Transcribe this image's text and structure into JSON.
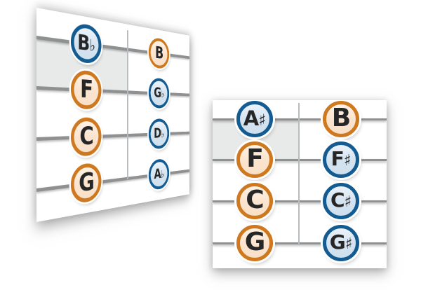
{
  "figure": {
    "description": "Two note cards comparing enharmonic spellings on four strings",
    "palette": {
      "sharp_or_flat_note_ring": "#135b90",
      "sharp_or_flat_note_fill": "#d4e3f0",
      "natural_note_ring": "#ce7820",
      "natural_note_fill": "#fbe4cf",
      "string_line": "#8f9092",
      "fret_line": "#b8bbbd",
      "highlight_region": "#e8e9e9",
      "card_background": "#ffffff",
      "note_text": "#262626"
    }
  },
  "cards": [
    {
      "name": "flat-spelling-card",
      "strings": 4,
      "columns": [
        {
          "notes": [
            {
              "letter": "B",
              "accidental": "♭",
              "color": "blue"
            },
            {
              "letter": "F",
              "accidental": "",
              "color": "orange"
            },
            {
              "letter": "C",
              "accidental": "",
              "color": "orange"
            },
            {
              "letter": "G",
              "accidental": "",
              "color": "orange"
            }
          ]
        },
        {
          "notes": [
            {
              "letter": "B",
              "accidental": "",
              "color": "orange"
            },
            {
              "letter": "G",
              "accidental": "♭",
              "color": "blue"
            },
            {
              "letter": "D",
              "accidental": "♭",
              "color": "blue"
            },
            {
              "letter": "A",
              "accidental": "♭",
              "color": "blue"
            }
          ]
        }
      ]
    },
    {
      "name": "sharp-spelling-card",
      "strings": 4,
      "columns": [
        {
          "notes": [
            {
              "letter": "A",
              "accidental": "♯",
              "color": "blue"
            },
            {
              "letter": "F",
              "accidental": "",
              "color": "orange"
            },
            {
              "letter": "C",
              "accidental": "",
              "color": "orange"
            },
            {
              "letter": "G",
              "accidental": "",
              "color": "orange"
            }
          ]
        },
        {
          "notes": [
            {
              "letter": "B",
              "accidental": "",
              "color": "orange"
            },
            {
              "letter": "F",
              "accidental": "♯",
              "color": "blue"
            },
            {
              "letter": "C",
              "accidental": "♯",
              "color": "blue"
            },
            {
              "letter": "G",
              "accidental": "♯",
              "color": "blue"
            }
          ]
        }
      ]
    }
  ]
}
